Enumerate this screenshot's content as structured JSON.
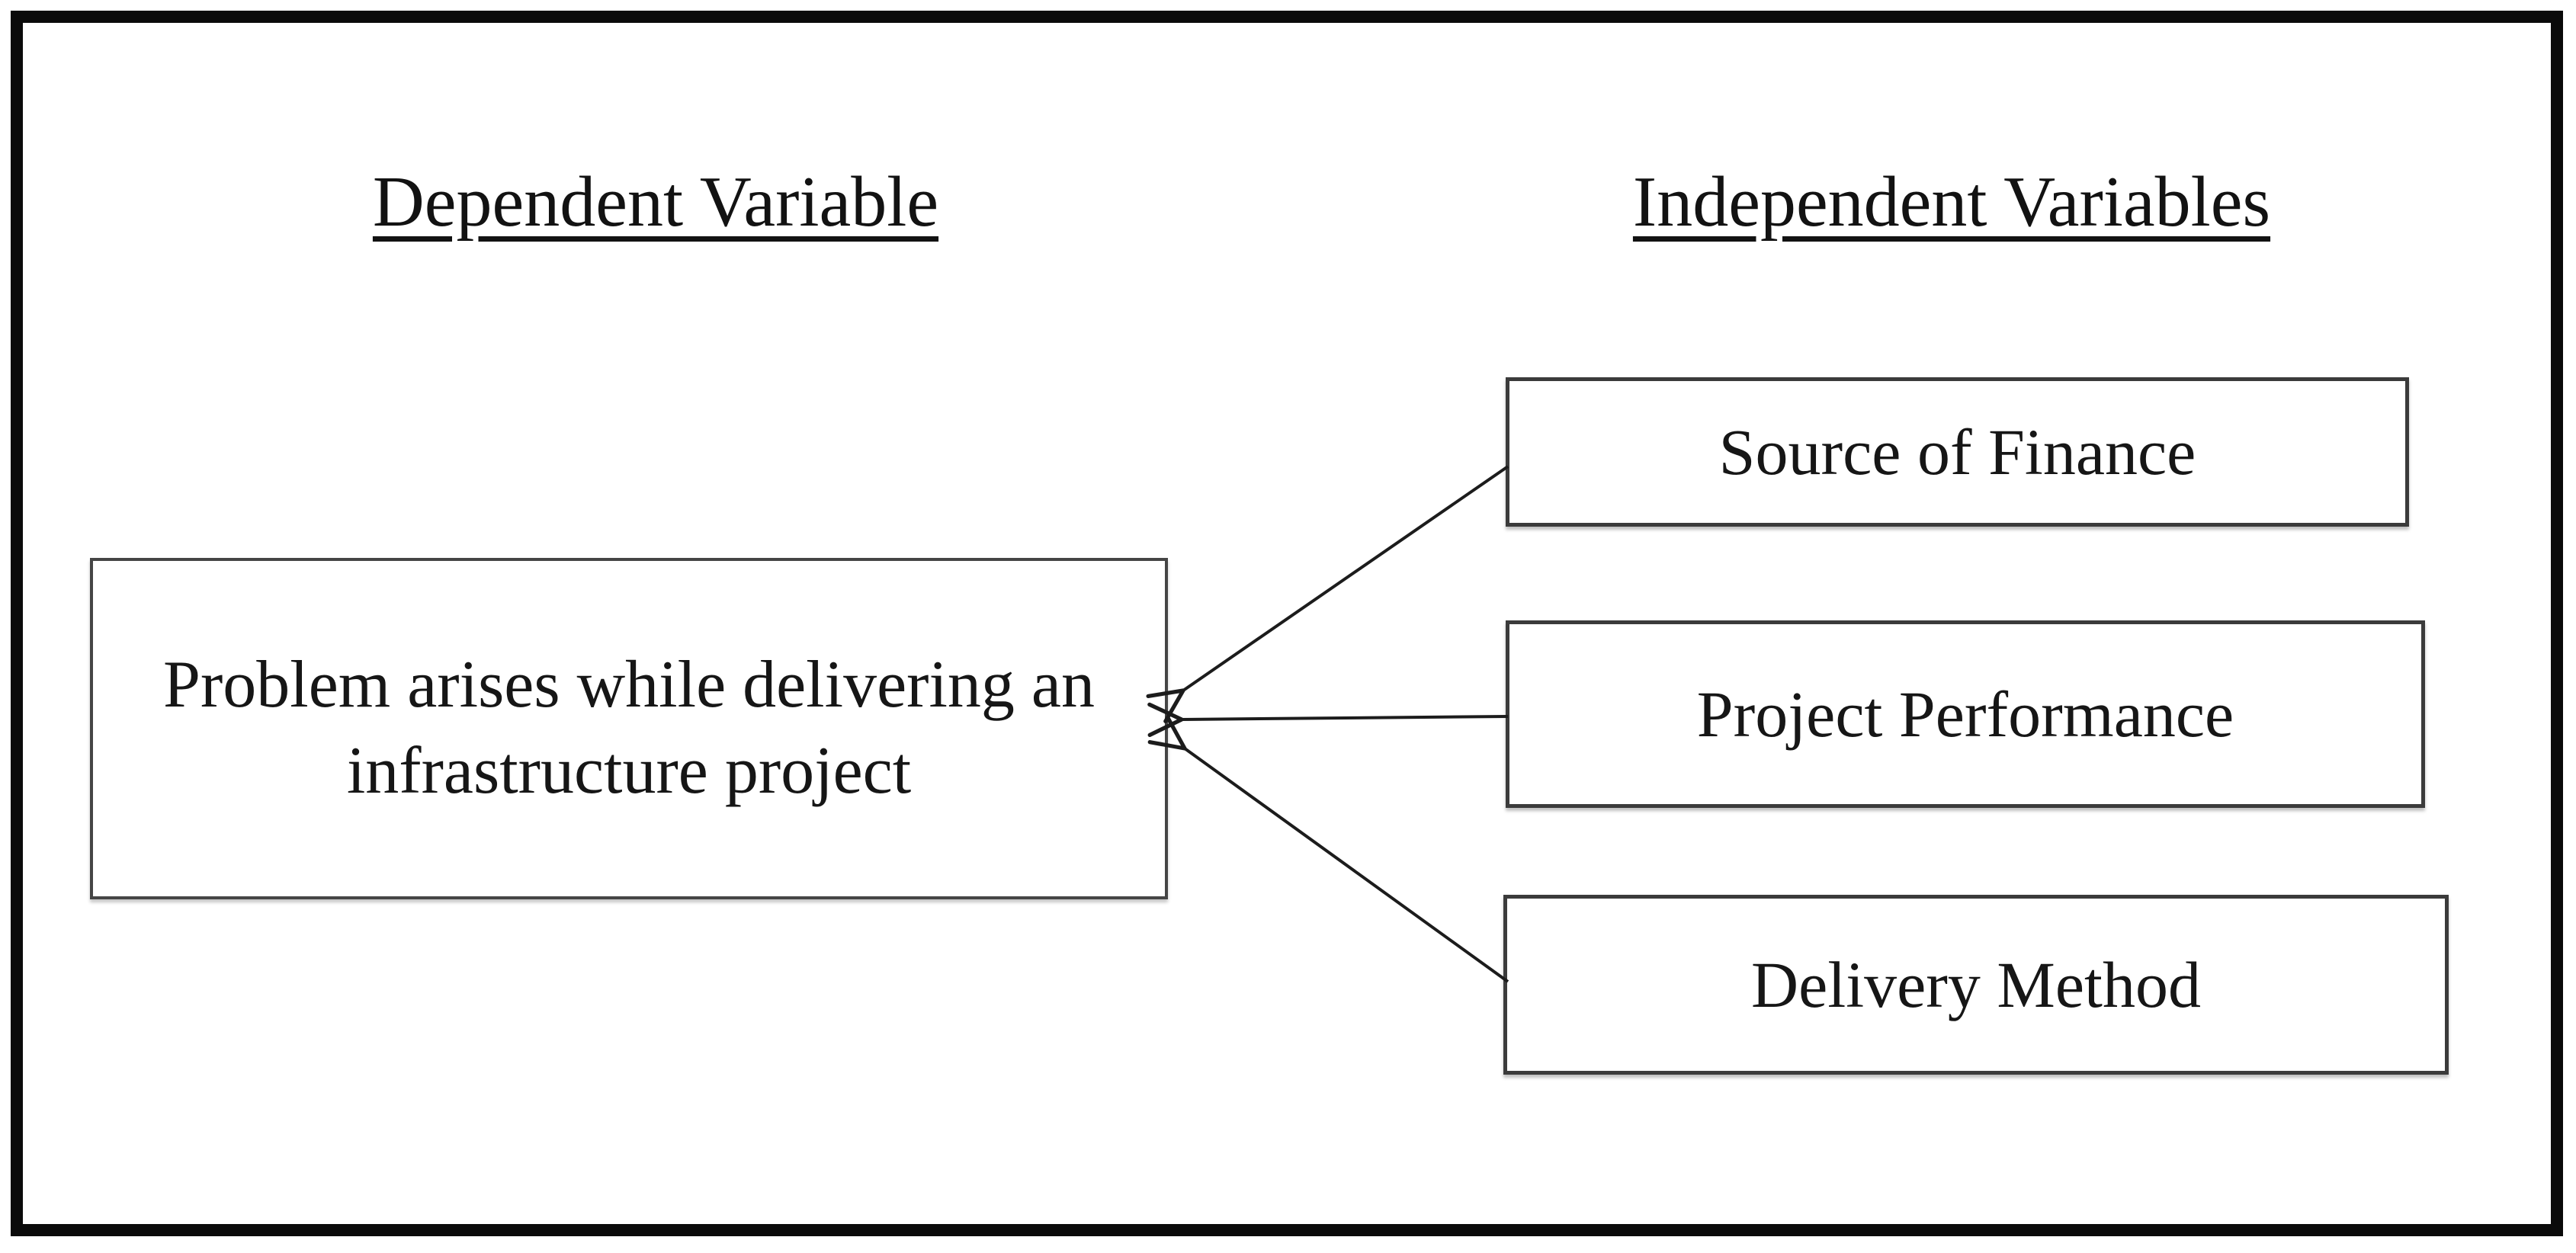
{
  "figure": {
    "left_column": {
      "heading": "Dependent Variable",
      "box": {
        "line1": "Problem arises while delivering an",
        "line2": "infrastructure project"
      }
    },
    "right_column": {
      "heading": "Independent Variables",
      "boxes": [
        {
          "label": "Source of Finance"
        },
        {
          "label": "Project Performance"
        },
        {
          "label": "Delivery Method"
        }
      ]
    },
    "colors": {
      "ink": "#161616",
      "box_border": "#3b3b3b",
      "frame_border": "#0a0a0a",
      "arrow": "#1c1c1c",
      "background": "#ffffff"
    }
  }
}
